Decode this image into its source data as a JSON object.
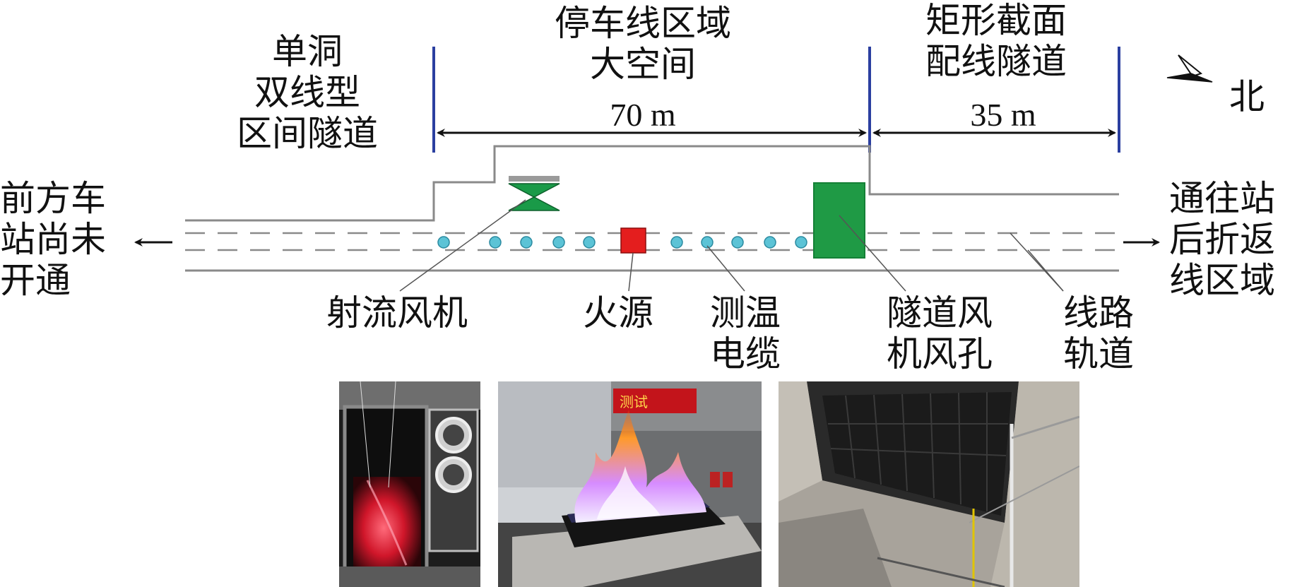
{
  "labels": {
    "single_tunnel": [
      "单洞",
      "双线型",
      "区间隧道"
    ],
    "parking_zone": [
      "停车线区域",
      "大空间"
    ],
    "rect_section": [
      "矩形截面",
      "配线隧道"
    ],
    "north": "北",
    "front_station": [
      "前方车",
      "站尚未",
      "开通"
    ],
    "to_station": [
      "通往站",
      "后折返",
      "线区域"
    ],
    "jet_fan": "射流风机",
    "fire_source": "火源",
    "temp_cable": [
      "测温",
      "电缆"
    ],
    "tunnel_vent": [
      "隧道风",
      "机风孔"
    ],
    "track": [
      "线路",
      "轨道"
    ]
  },
  "dimensions": {
    "parking_length": "70 m",
    "rect_length": "35 m"
  },
  "photos": {
    "sign_text": "测试"
  },
  "colors": {
    "jet_fan": "#1a9a48",
    "fire_source": "#e41e1e",
    "sensor": "#5cc3d6",
    "vent": "#1f9a45",
    "boundary": "#2b3fa0"
  }
}
